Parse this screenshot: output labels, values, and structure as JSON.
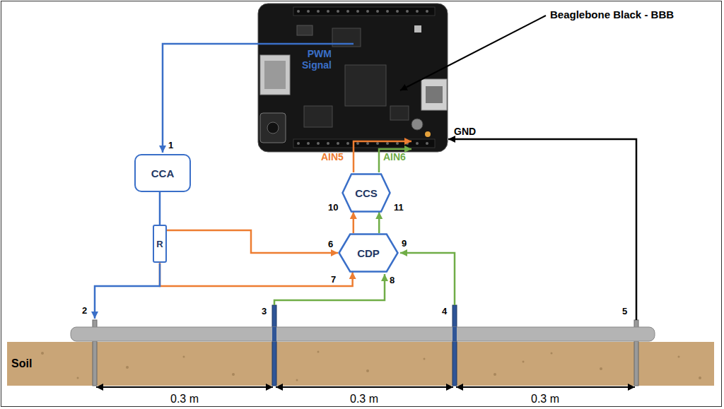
{
  "diagram": {
    "nodes": [
      {
        "text": [
          "CCA"
        ]
      },
      {
        "text": [
          "R"
        ]
      },
      {
        "text": [
          "CDP"
        ]
      },
      {
        "text": [
          "CCS"
        ]
      }
    ],
    "edges": [
      {
        "from": 0,
        "to": 1,
        "arrow": "none"
      },
      {
        "from": 1,
        "to": 2,
        "arrow": "to"
      },
      {
        "from": 1,
        "to": 2,
        "arrow": "to"
      },
      {
        "from": 2,
        "to": 3,
        "arrow": "to"
      },
      {
        "from": 2,
        "to": 3,
        "arrow": "to"
      }
    ],
    "labels": [
      "Beaglebone Black - BBB",
      "PWM Signal",
      "GND",
      "AIN5",
      "AIN6",
      "1",
      "2",
      "3",
      "4",
      "5",
      "6",
      "7",
      "8",
      "9",
      "10",
      "11",
      "Soil",
      "0.3 m",
      "0.3 m",
      "0.3 m"
    ]
  }
}
